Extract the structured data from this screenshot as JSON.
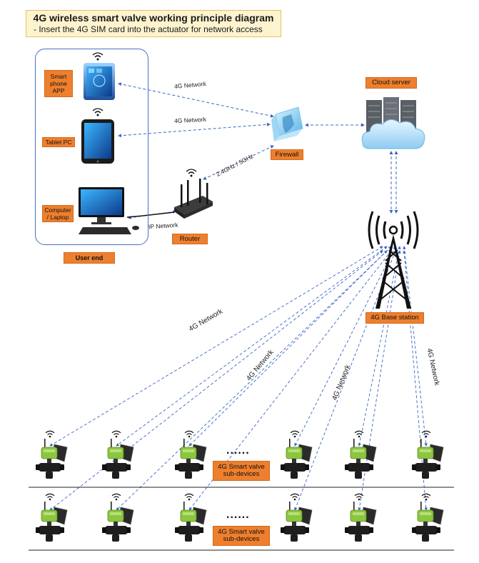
{
  "title": {
    "main": "4G wireless smart valve working principle diagram",
    "sub": "- Insert the 4G SIM card into the actuator for network access"
  },
  "nodes": {
    "smartphone_app": "Smart phone APP",
    "tablet_pc": "Tablet PC",
    "computer_laptop": "Computer / Laptop",
    "user_end": "User end",
    "router": "Router",
    "firewall": "Firewall",
    "cloud_server": "Cloud server",
    "base_station": "4G Base station",
    "smart_valve_subdevices": "4G Smart valve sub-devices",
    "more_indicator": "......"
  },
  "connections": {
    "phone_to_firewall": "4G Network",
    "tablet_to_firewall": "4G Network",
    "router_to_firewall": "2.4GHz / 5GHz",
    "computer_to_router": "IP Network",
    "valves_left": "4G Network",
    "valves_mid": "4G Network",
    "valves_right_mid": "4G Network",
    "valves_right": "4G Network"
  },
  "colors": {
    "tag_orange": "#ee7f2d",
    "link_blue": "#3a63c8",
    "title_bg": "#fdf3cf",
    "valve_green": "#8cc63f"
  }
}
